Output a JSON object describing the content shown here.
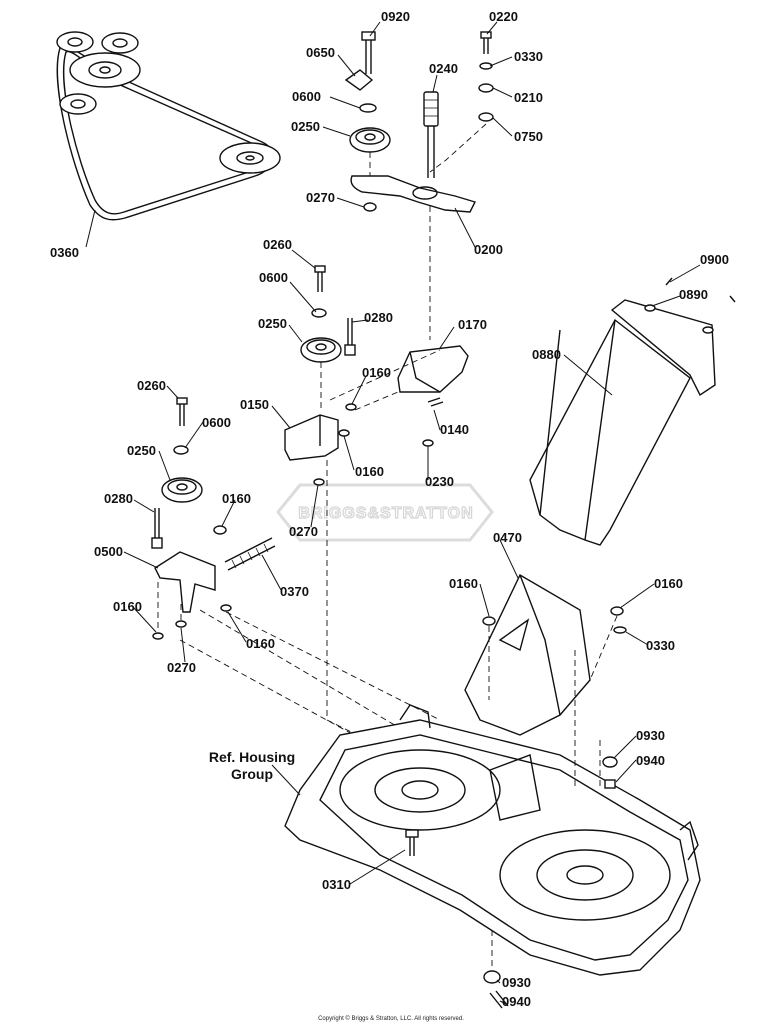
{
  "diagram": {
    "reference_label_line1": "Ref. Housing",
    "reference_label_line2": "Group",
    "watermark": "BRIGGS&STRATTON",
    "copyright": "Copyright © Briggs & Stratton, LLC. All rights reserved.",
    "callouts": [
      "0920",
      "0220",
      "0650",
      "0330",
      "0240",
      "0210",
      "0600",
      "0250",
      "0750",
      "0360",
      "0270",
      "0200",
      "0260",
      "0900",
      "0600",
      "0890",
      "0280",
      "0170",
      "0250",
      "0880",
      "0160",
      "0260",
      "0150",
      "0140",
      "0600",
      "0160",
      "0250",
      "0230",
      "0270",
      "0160",
      "0280",
      "0470",
      "0500",
      "0370",
      "0160",
      "0160",
      "0160",
      "0330",
      "0160",
      "0270",
      "0930",
      "0940",
      "0310",
      "0930",
      "0940"
    ]
  }
}
